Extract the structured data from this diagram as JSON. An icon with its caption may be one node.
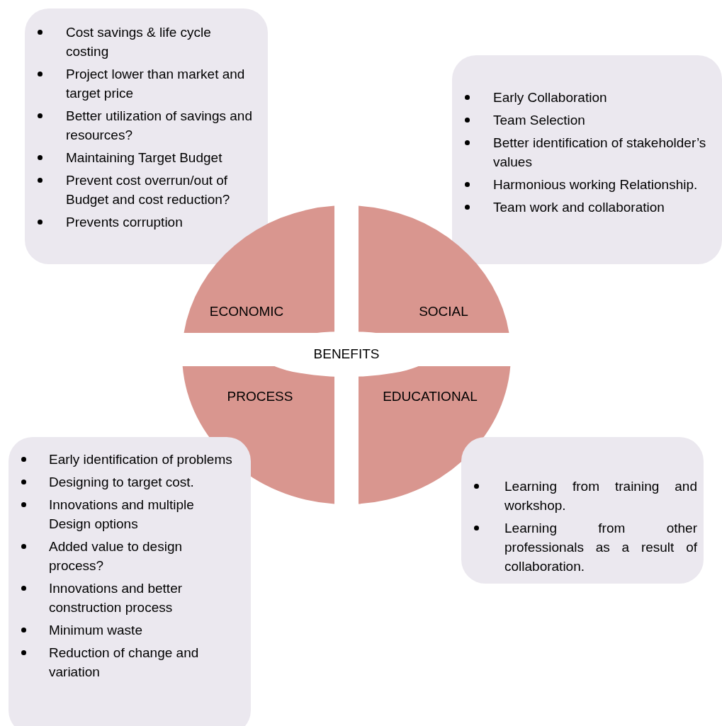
{
  "diagram": {
    "nodes": [
      {
        "text": [
          "Cost savings & life cycle costing",
          "Project lower than market and target price",
          "Better utilization of savings and resources?",
          "Maintaining Target Budget",
          "Prevent cost overrun/out of Budget and cost reduction?",
          "Prevents corruption"
        ]
      },
      {
        "text": [
          "Early Collaboration",
          "Team Selection",
          "Better identification of stakeholder’s values",
          "Harmonious working Relationship.",
          "Team work and collaboration"
        ]
      },
      {
        "text": [
          "ECONOMIC"
        ]
      },
      {
        "text": [
          "SOCIAL"
        ]
      },
      {
        "text": [
          "BENEFITS"
        ]
      },
      {
        "text": [
          "PROCESS"
        ]
      },
      {
        "text": [
          "EDUCATIONAL"
        ]
      },
      {
        "text": [
          "Learning from training and workshop.",
          "Learning from other professionals as a result of collaboration."
        ]
      },
      {
        "text": [
          "Early identification of problems",
          "Designing to target cost.",
          "Innovations and multiple Design options",
          "Added value to design process?",
          "Innovations and better construction process",
          "Minimum waste",
          "Reduction of change and variation"
        ]
      }
    ],
    "edges": []
  }
}
